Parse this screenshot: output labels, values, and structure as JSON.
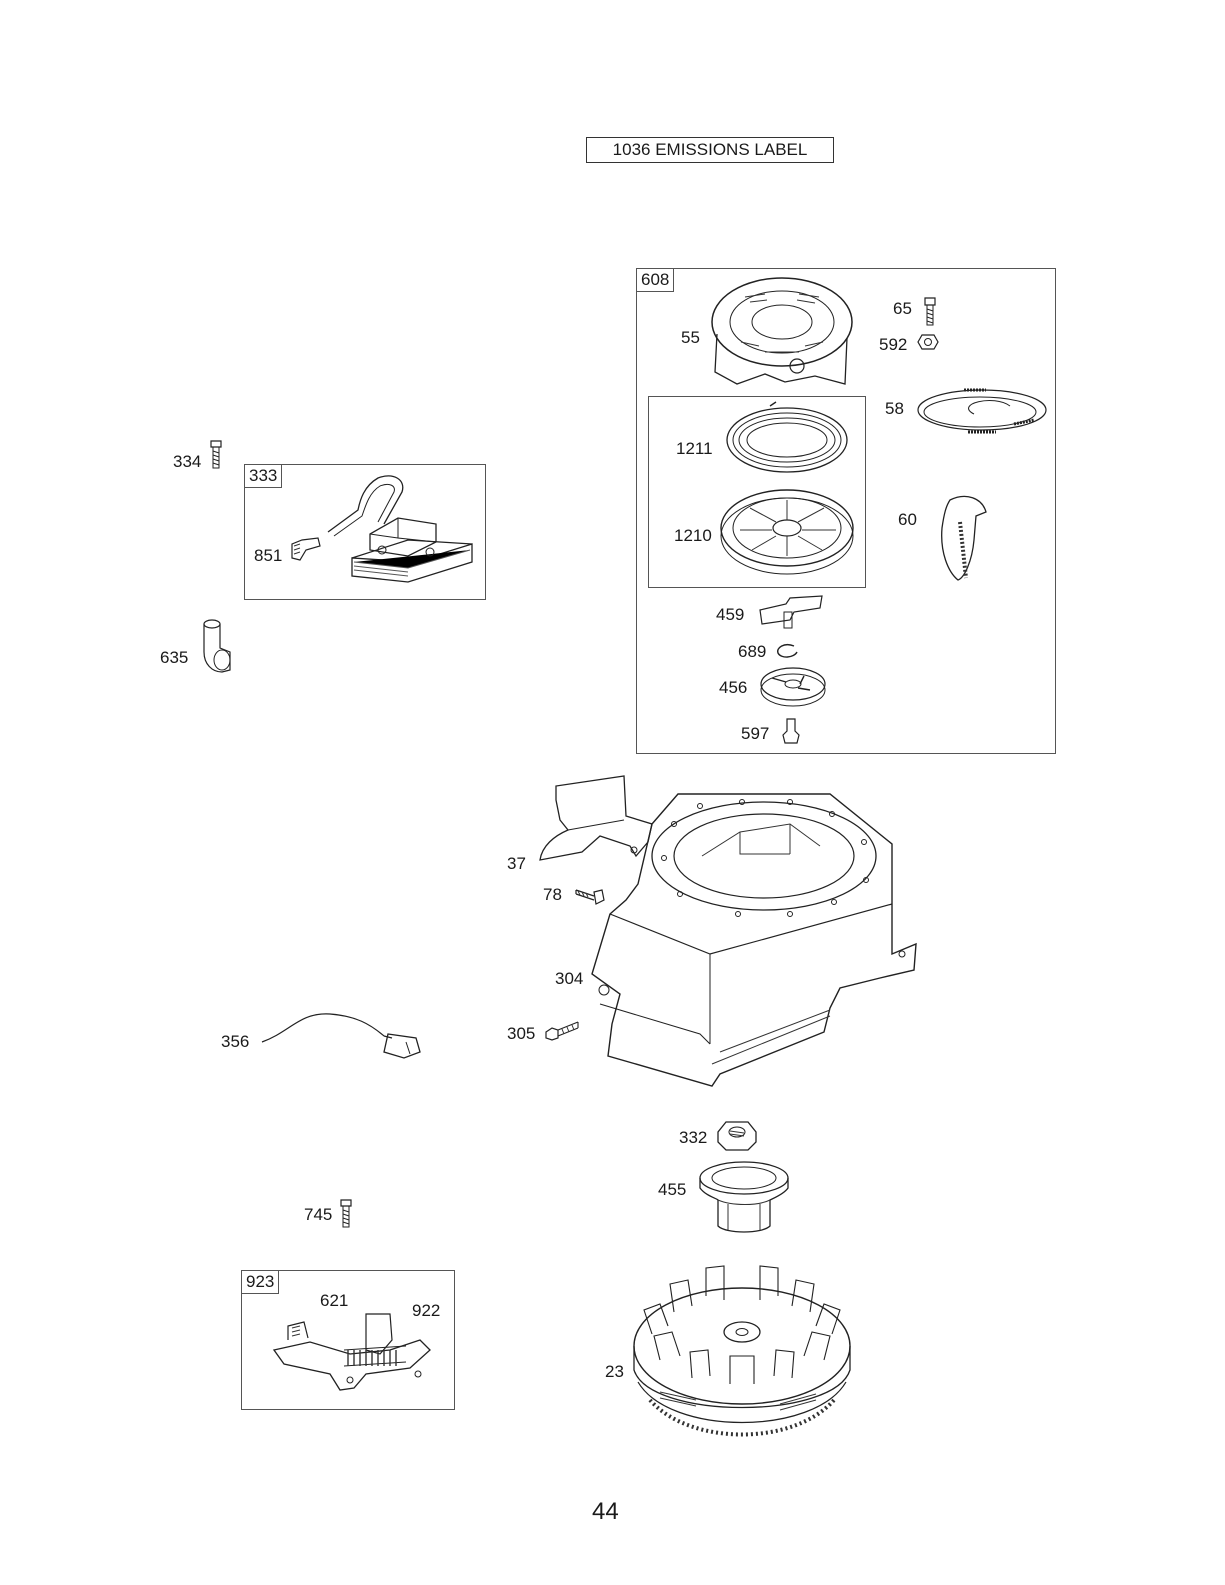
{
  "header": {
    "emissions_label": "1036 EMISSIONS LABEL"
  },
  "groups": {
    "g608": "608",
    "g333": "333",
    "g923": "923"
  },
  "callouts": {
    "c55": "55",
    "c65": "65",
    "c592": "592",
    "c58": "58",
    "c1211": "1211",
    "c1210": "1210",
    "c60": "60",
    "c459": "459",
    "c689": "689",
    "c456": "456",
    "c597": "597",
    "c334": "334",
    "c851": "851",
    "c635": "635",
    "c37": "37",
    "c78": "78",
    "c304": "304",
    "c305": "305",
    "c356": "356",
    "c332": "332",
    "c455": "455",
    "c745": "745",
    "c621": "621",
    "c922": "922",
    "c23": "23"
  },
  "footer": {
    "page_number": "44"
  }
}
